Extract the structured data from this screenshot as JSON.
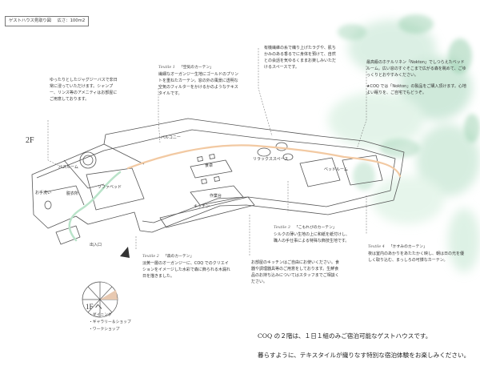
{
  "header": {
    "title": "ゲストハウス見取り図",
    "size": "広さ：100m2"
  },
  "floor_2f": "2F",
  "rooms": {
    "balcony": "バルコニー",
    "bathroom": "バスルーム",
    "dining": "食卓",
    "relax_space": "リラックススペース",
    "bedroom": "ベッドルーム",
    "sofa_bed": "ソファベッド",
    "washroom": "お手洗い",
    "dressing": "脱衣所",
    "workbench": "作業台",
    "kitchen": "キッチン",
    "entrance": "出入口"
  },
  "notes": {
    "bath": "ゆったりとしたジャグジーバスで非日常に浸っていただけます。シャンプー、リンス等のアメニティはお部屋にご用意しております。",
    "sky_label": "Textile 1",
    "sky_title": "「空気のカーテン」",
    "sky_body": "繊細なオーガンジー生地にゴールドのプリントを重ねたカーテン。窓の外の風景に透明な空気のフィルターをかけるかのようなテキスタイルです。",
    "relax": "有機繊維の糸で織り上げたラグや、肌ちかみのある香るでに身体を預けて、自然との会話を気ゆるくままお楽しみいただけるスペースです。",
    "bed": "最高級のホテルリネン「Nokton」でしつらえたベッドルーム。広い窓のすぐそこまで広がる森を眺めて、ごゆっくりとおやすみください。",
    "bed_shop": "★COQ では「Nokton」の製品をご購入頂けます。心地よい眠りを、ご自宅でもどうぞ。",
    "forest_label": "Textile 2",
    "forest_title": "「森のカーテン」",
    "forest_body": "淡黄一層のオーガンジーに、COQ でのクリエイションをイメージした水彩で森に飾られる木漏れ日を描きました。",
    "kitchen": "お部屋のキッチンはご自由にお使いください。食器や調理器具等のご用意をしております。生鮮食品のお持ち込みについてはスタッフまでご相談ください。",
    "kobo_label": "Textile 3",
    "kobo_title": "「こもれびのカーテン」",
    "kobo_body": "シルクの薄い生地の上に和紙を紙付けし、職人の手仕事による特殊な飾技生地です。",
    "kasumi_label": "Textile 4",
    "kasumi_title": "「かすみのカーテン」",
    "kasumi_body": "夜は室内のあかりをあたたかく映し、朝は日の光を優しく取り込む、まっしろの可憐なカーテン。"
  },
  "floor_1f": {
    "title": "1F へ",
    "items": [
      "・ダイニング",
      "・ギャラリー＆ショップ",
      "・ワークショップ"
    ]
  },
  "footer": {
    "line1": "COQ の２階は、１日１組のみご宿泊可能なゲストハウスです。",
    "line2": "暮らすように、テキスタイルが織りなす特別な宿泊体験をお楽しみください。"
  }
}
